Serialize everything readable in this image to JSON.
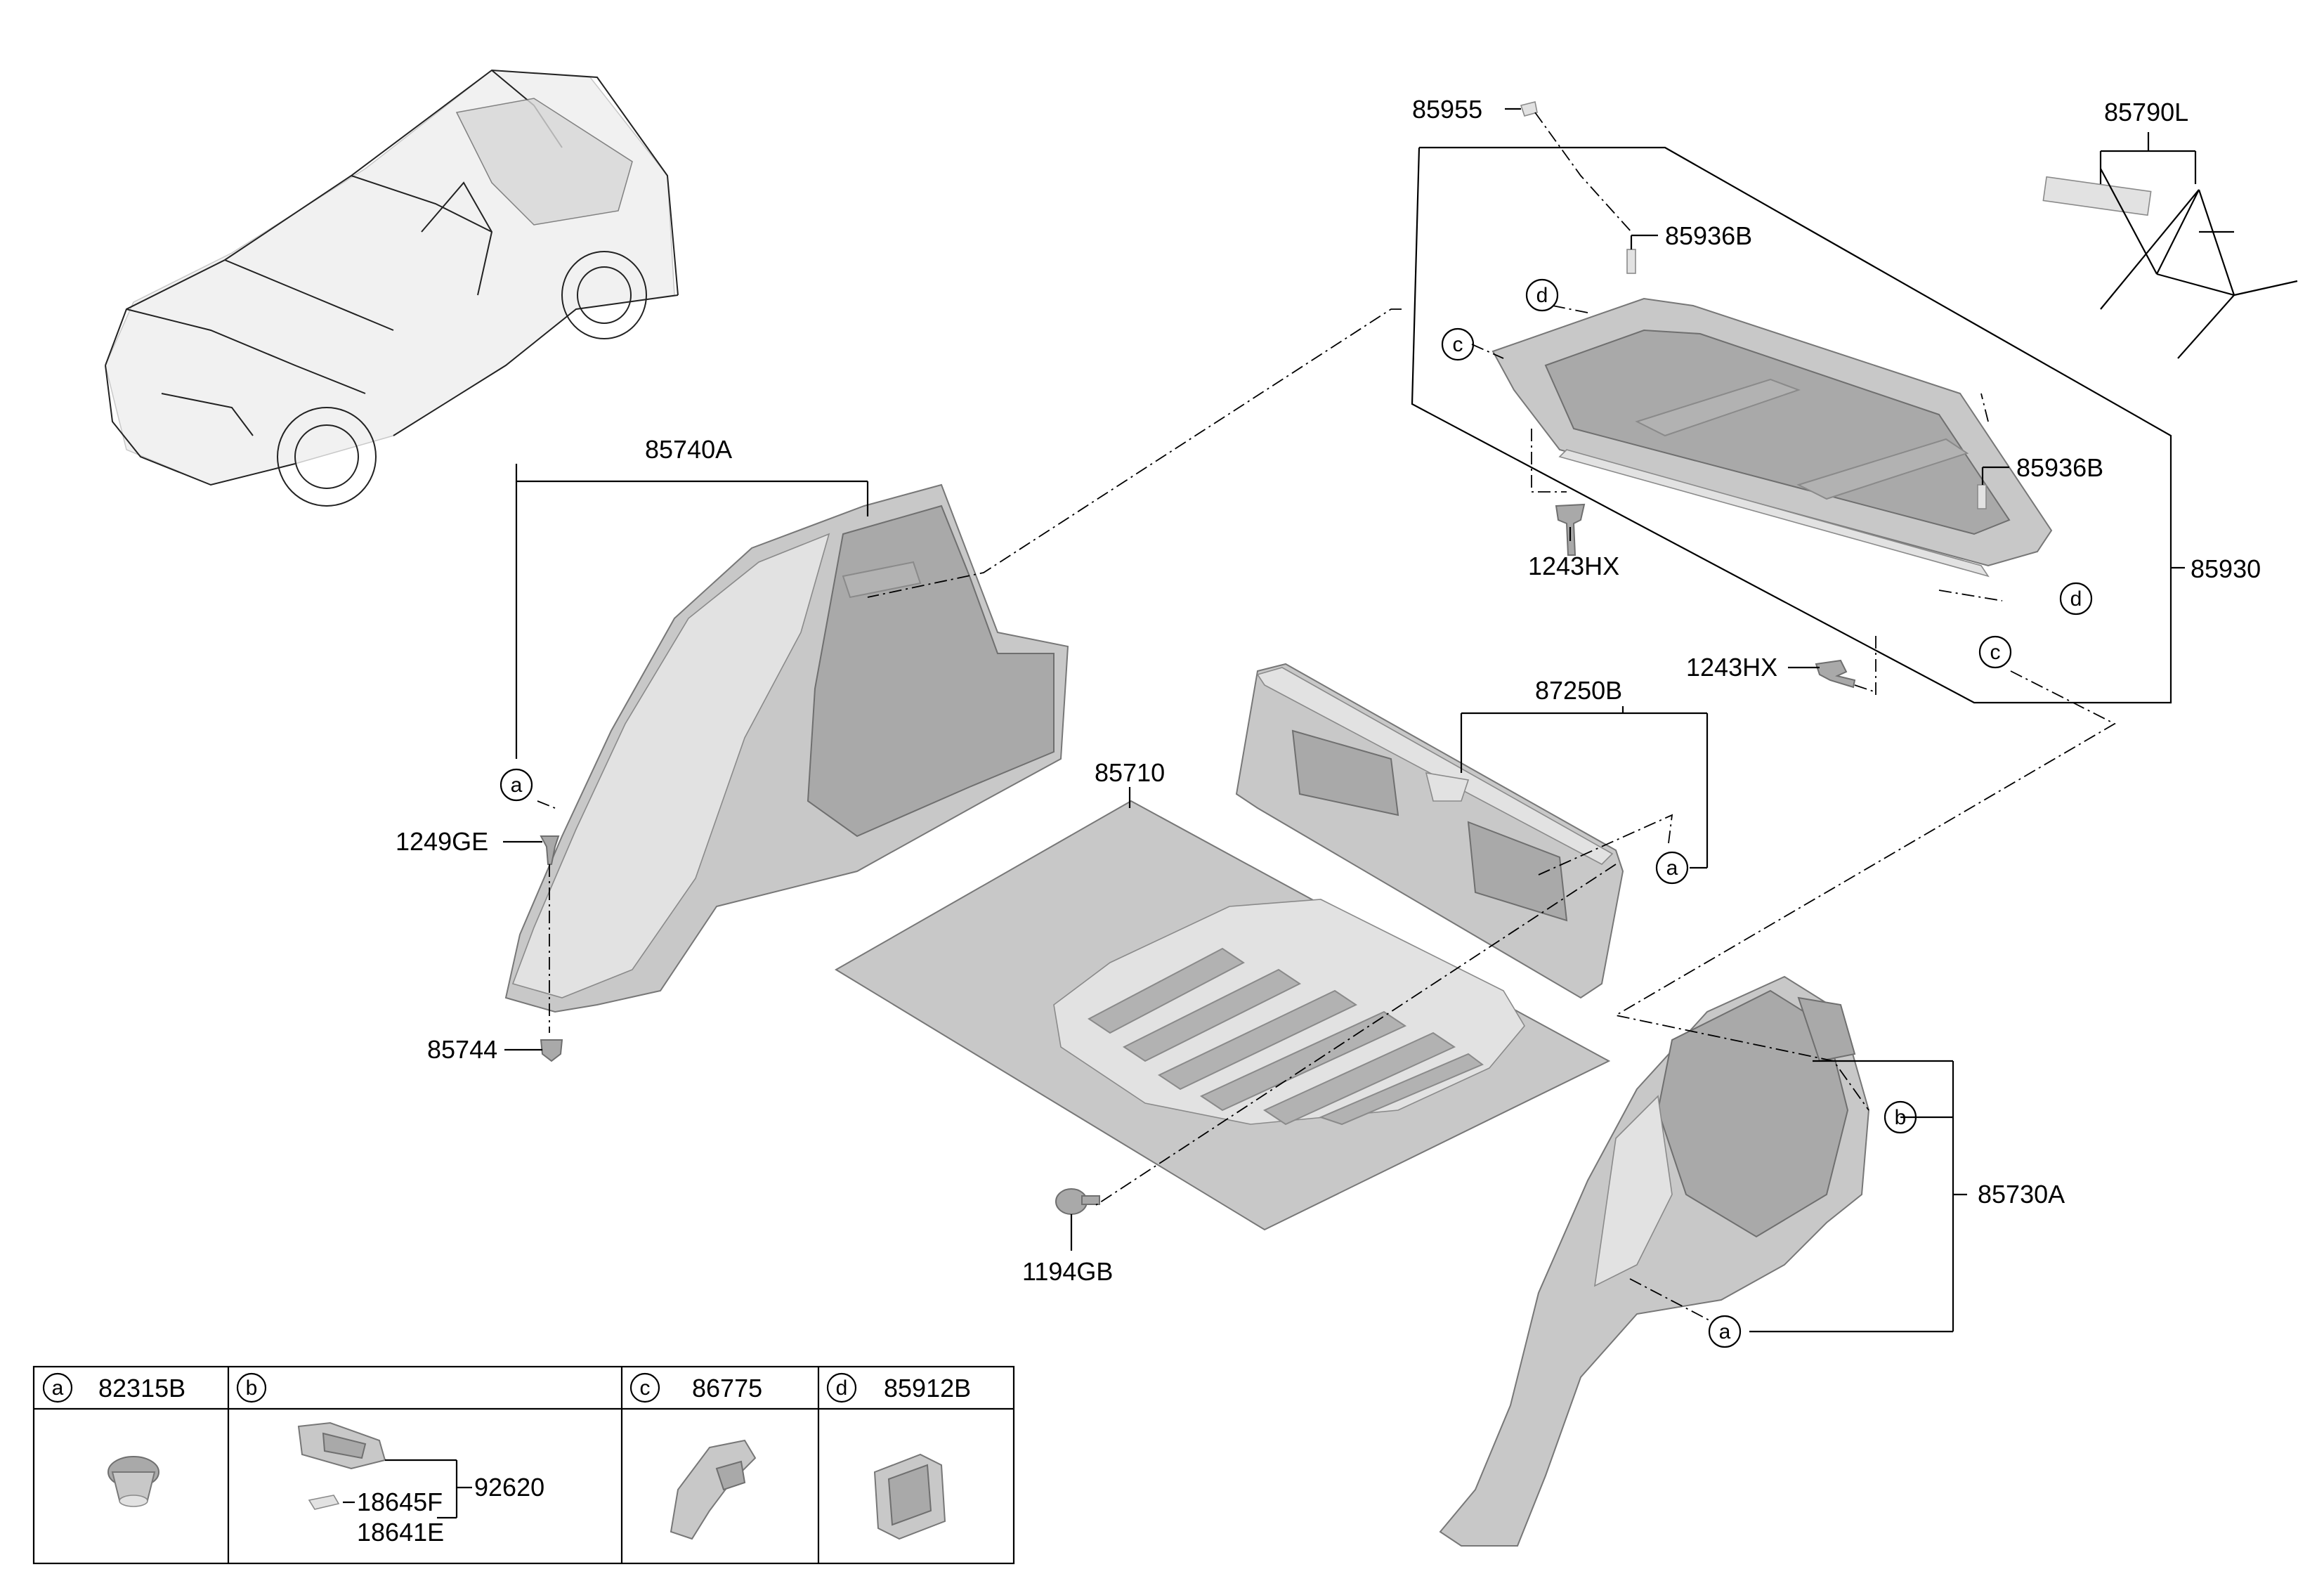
{
  "parts": {
    "p85955": "85955",
    "p85790L": "85790L",
    "p85936B_top": "85936B",
    "p85936B_right": "85936B",
    "p85930": "85930",
    "p1243HX_top": "1243HX",
    "p1243HX_bottom": "1243HX",
    "p87250B": "87250B",
    "p85740A": "85740A",
    "p85710": "85710",
    "p1249GE": "1249GE",
    "p85744": "85744",
    "p1194GB": "1194GB",
    "p85730A": "85730A"
  },
  "callouts": {
    "a": "a",
    "b": "b",
    "c": "c",
    "d": "d"
  },
  "legend": {
    "a_code": "82315B",
    "b_code": "",
    "c_code": "86775",
    "d_code": "85912B",
    "b_part_main": "92620",
    "b_part_bulb1": "18645F",
    "b_part_bulb2": "18641E"
  }
}
